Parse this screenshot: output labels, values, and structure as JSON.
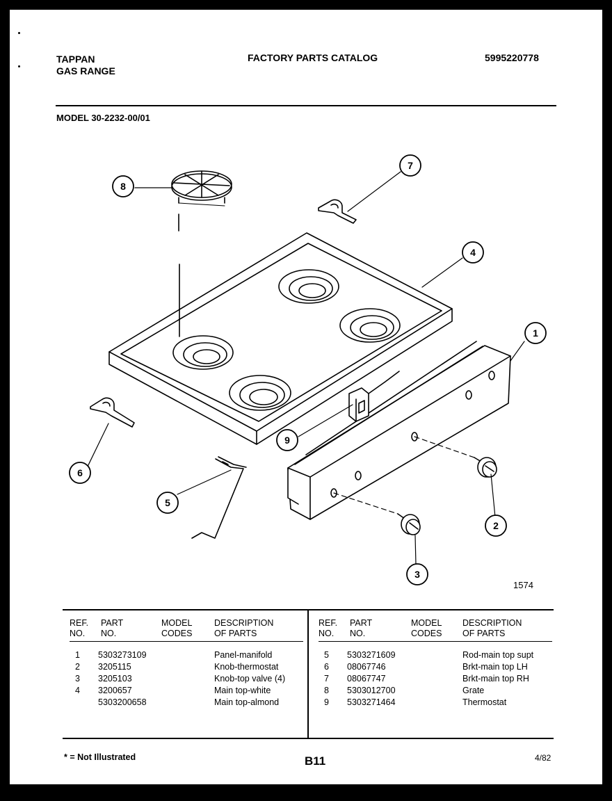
{
  "header": {
    "brand": "TAPPAN",
    "product": "GAS RANGE",
    "catalog_title": "FACTORY PARTS CATALOG",
    "catalog_number": "5995220778",
    "model": "MODEL 30-2232-00/01"
  },
  "diagram": {
    "figure_number": "1574",
    "callouts": [
      "1",
      "2",
      "3",
      "4",
      "5",
      "6",
      "7",
      "8",
      "9"
    ]
  },
  "table": {
    "headers": {
      "ref_no": [
        "REF.",
        "NO."
      ],
      "part_no": [
        "PART",
        "NO."
      ],
      "model_codes": [
        "MODEL",
        "CODES"
      ],
      "description": [
        "DESCRIPTION",
        "OF PARTS"
      ]
    },
    "left_rows": [
      {
        "ref": "1",
        "part": "5303273109",
        "codes": "",
        "desc": "Panel-manifold"
      },
      {
        "ref": "2",
        "part": "3205115",
        "codes": "",
        "desc": "Knob-thermostat"
      },
      {
        "ref": "3",
        "part": "3205103",
        "codes": "",
        "desc": "Knob-top valve (4)"
      },
      {
        "ref": "4",
        "part": "3200657",
        "codes": "",
        "desc": "Main top-white"
      },
      {
        "ref": "",
        "part": "5303200658",
        "codes": "",
        "desc": "Main top-almond"
      }
    ],
    "right_rows": [
      {
        "ref": "5",
        "part": "5303271609",
        "codes": "",
        "desc": "Rod-main top supt"
      },
      {
        "ref": "6",
        "part": "08067746",
        "codes": "",
        "desc": "Brkt-main top LH"
      },
      {
        "ref": "7",
        "part": "08067747",
        "codes": "",
        "desc": "Brkt-main top RH"
      },
      {
        "ref": "8",
        "part": "5303012700",
        "codes": "",
        "desc": "Grate"
      },
      {
        "ref": "9",
        "part": "5303271464",
        "codes": "",
        "desc": "Thermostat"
      }
    ]
  },
  "footer": {
    "note": "* = Not Illustrated",
    "page_code": "B11",
    "date": "4/82"
  }
}
